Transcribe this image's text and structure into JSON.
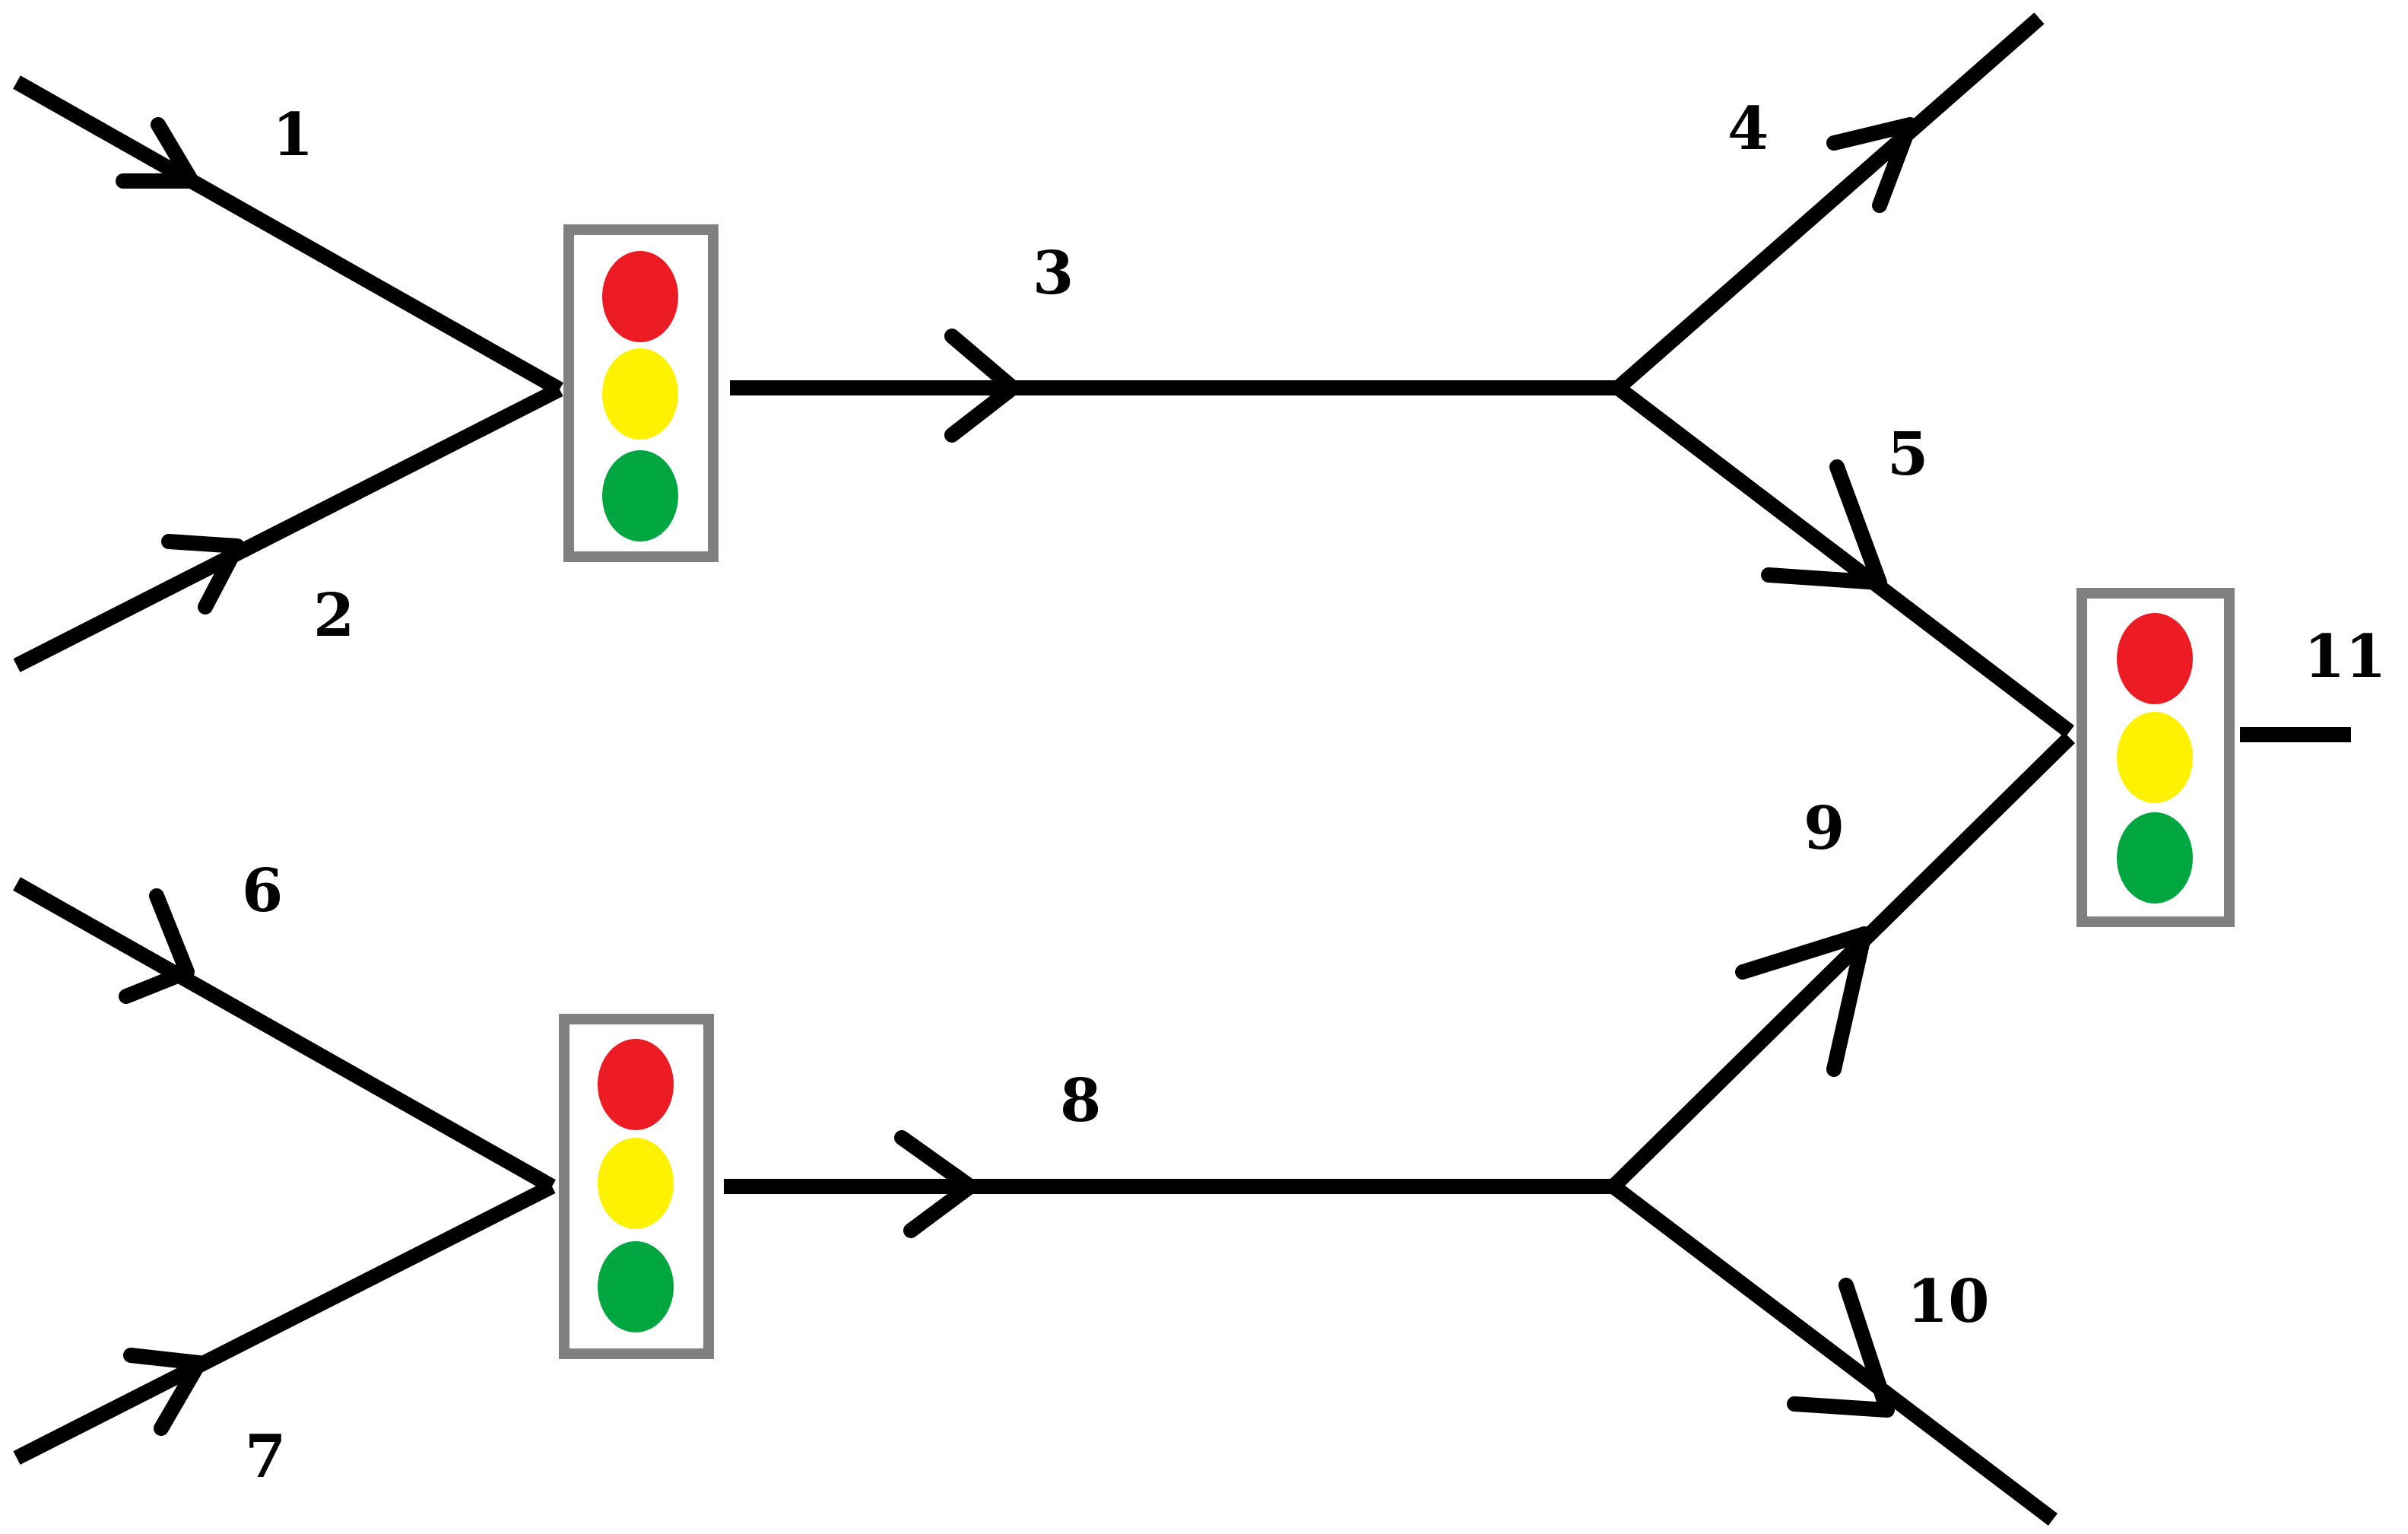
{
  "diagram": {
    "colors": {
      "road": "#000000",
      "signal_housing": "#808080",
      "signal_red": "#ED1C24",
      "signal_yellow": "#FFF200",
      "signal_green": "#00A63F"
    },
    "links": [
      {
        "id": "1",
        "label": "1"
      },
      {
        "id": "2",
        "label": "2"
      },
      {
        "id": "3",
        "label": "3"
      },
      {
        "id": "4",
        "label": "4"
      },
      {
        "id": "5",
        "label": "5"
      },
      {
        "id": "6",
        "label": "6"
      },
      {
        "id": "7",
        "label": "7"
      },
      {
        "id": "8",
        "label": "8"
      },
      {
        "id": "9",
        "label": "9"
      },
      {
        "id": "10",
        "label": "10"
      },
      {
        "id": "11",
        "label": "11"
      }
    ],
    "signals": [
      {
        "id": "signal-a",
        "lights": [
          "red",
          "yellow",
          "green"
        ]
      },
      {
        "id": "signal-b",
        "lights": [
          "red",
          "yellow",
          "green"
        ]
      },
      {
        "id": "signal-c",
        "lights": [
          "red",
          "yellow",
          "green"
        ]
      }
    ]
  }
}
